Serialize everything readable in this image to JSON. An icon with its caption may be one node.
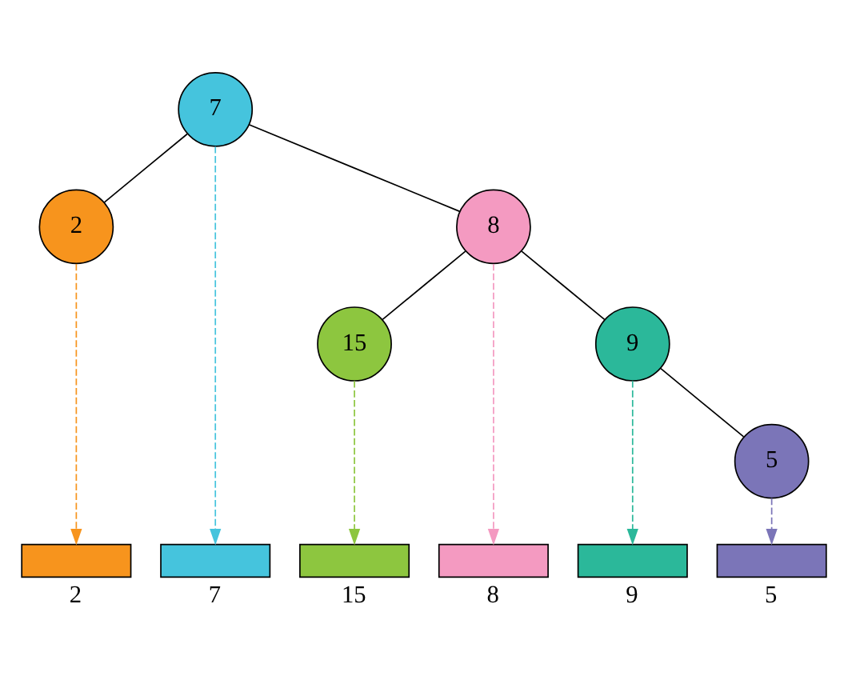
{
  "diagram": {
    "nodes": [
      {
        "text": [
          "7"
        ]
      },
      {
        "text": [
          "2"
        ]
      },
      {
        "text": [
          "8"
        ]
      },
      {
        "text": [
          "15"
        ]
      },
      {
        "text": [
          "9"
        ]
      },
      {
        "text": [
          "5"
        ]
      },
      {
        "text": [],
        "shape": "bar",
        "beside": [
          "2"
        ]
      },
      {
        "text": [],
        "shape": "bar",
        "beside": [
          "7"
        ]
      },
      {
        "text": [],
        "shape": "bar",
        "beside": [
          "15"
        ]
      },
      {
        "text": [],
        "shape": "bar",
        "beside": [
          "8"
        ]
      },
      {
        "text": [],
        "shape": "bar",
        "beside": [
          "9"
        ]
      },
      {
        "text": [],
        "shape": "bar",
        "beside": [
          "5"
        ]
      }
    ],
    "edges": [
      {
        "from": 0,
        "to": 1,
        "arrow": "none"
      },
      {
        "from": 0,
        "to": 2,
        "arrow": "none"
      },
      {
        "from": 2,
        "to": 3,
        "arrow": "none"
      },
      {
        "from": 2,
        "to": 4,
        "arrow": "none"
      },
      {
        "from": 4,
        "to": 5,
        "arrow": "none"
      },
      {
        "from": 1,
        "to": 6,
        "arrow": "to",
        "style": "dashed",
        "color": "#f7941d"
      },
      {
        "from": 0,
        "to": 7,
        "arrow": "to",
        "style": "dashed",
        "color": "#45c4dd"
      },
      {
        "from": 3,
        "to": 8,
        "arrow": "to",
        "style": "dashed",
        "color": "#8dc63f"
      },
      {
        "from": 2,
        "to": 9,
        "arrow": "to",
        "style": "dashed",
        "color": "#f49ac1"
      },
      {
        "from": 4,
        "to": 10,
        "arrow": "to",
        "style": "dashed",
        "color": "#2bb89a"
      },
      {
        "from": 5,
        "to": 11,
        "arrow": "to",
        "style": "dashed",
        "color": "#7b75b8"
      }
    ]
  }
}
